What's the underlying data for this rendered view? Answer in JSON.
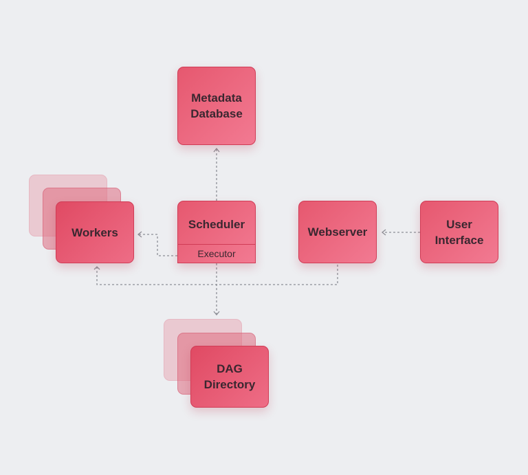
{
  "nodes": {
    "metadata_db": "Metadata\nDatabase",
    "workers": "Workers",
    "scheduler": "Scheduler",
    "executor": "Executor",
    "webserver": "Webserver",
    "user_interface": "User\nInterface",
    "dag_directory": "DAG\nDirectory"
  },
  "colors": {
    "background": "#edeef1",
    "node_fill": "#e6586f",
    "node_border": "#d03b55",
    "connector": "#8d8f96",
    "label_text": "#3a2730"
  }
}
